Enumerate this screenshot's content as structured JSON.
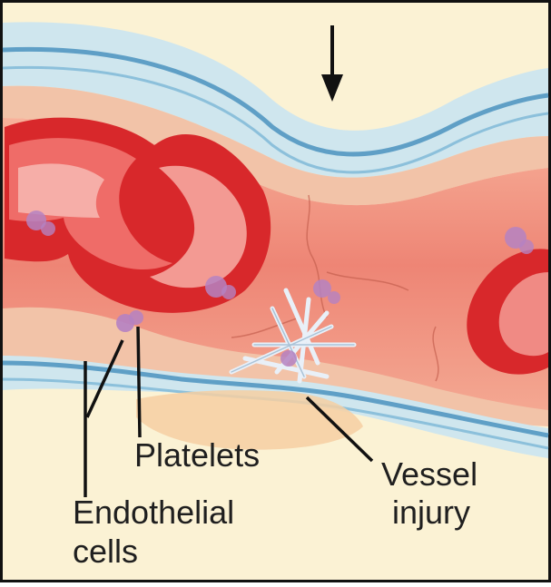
{
  "labels": {
    "platelets": "Platelets",
    "vessel_injury_line1": "Vessel",
    "vessel_injury_line2": "injury",
    "endothelial_line1": "Endothelial",
    "endothelial_line2": "cells"
  },
  "colors": {
    "background": "#fbf2d4",
    "vessel_outer": "#cfe6ee",
    "vessel_stripe": "#5f9fc6",
    "vessel_wall": "#f2c3a8",
    "lumen": "#ee8a78",
    "red_cell": "#d8282b",
    "red_cell_highlight": "#f5a0a0",
    "platelet": "#b582c2",
    "fibrin": "#e8eef6",
    "leader_line": "#111111"
  }
}
